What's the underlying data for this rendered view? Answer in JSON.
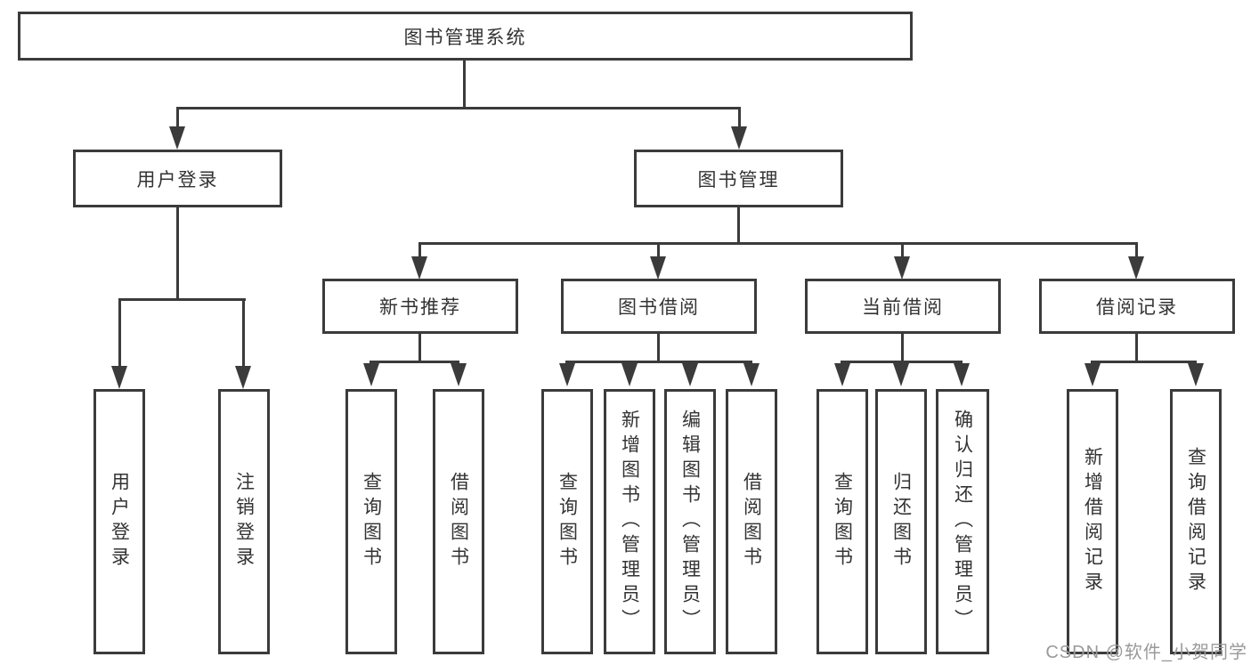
{
  "diagram": {
    "title": "图书管理系统",
    "branches": [
      {
        "label": "用户登录",
        "children": [
          "用户登录",
          "注销登录"
        ]
      },
      {
        "label": "图书管理",
        "children": [
          {
            "label": "新书推荐",
            "children": [
              "查询图书",
              "借阅图书"
            ]
          },
          {
            "label": "图书借阅",
            "children": [
              "查询图书",
              "新增图书（管理员）",
              "编辑图书（管理员）",
              "借阅图书"
            ]
          },
          {
            "label": "当前借阅",
            "children": [
              "查询图书",
              "归还图书",
              "确认归还（管理员）"
            ]
          },
          {
            "label": "借阅记录",
            "children": [
              "新增借阅记录",
              "查询借阅记录"
            ]
          }
        ]
      }
    ]
  },
  "watermark": "CSDN @软件_小贺同学",
  "colors": {
    "line": "#3b3b3b",
    "text": "#333333",
    "watermark": "#9a9a9a",
    "background": "#ffffff"
  }
}
